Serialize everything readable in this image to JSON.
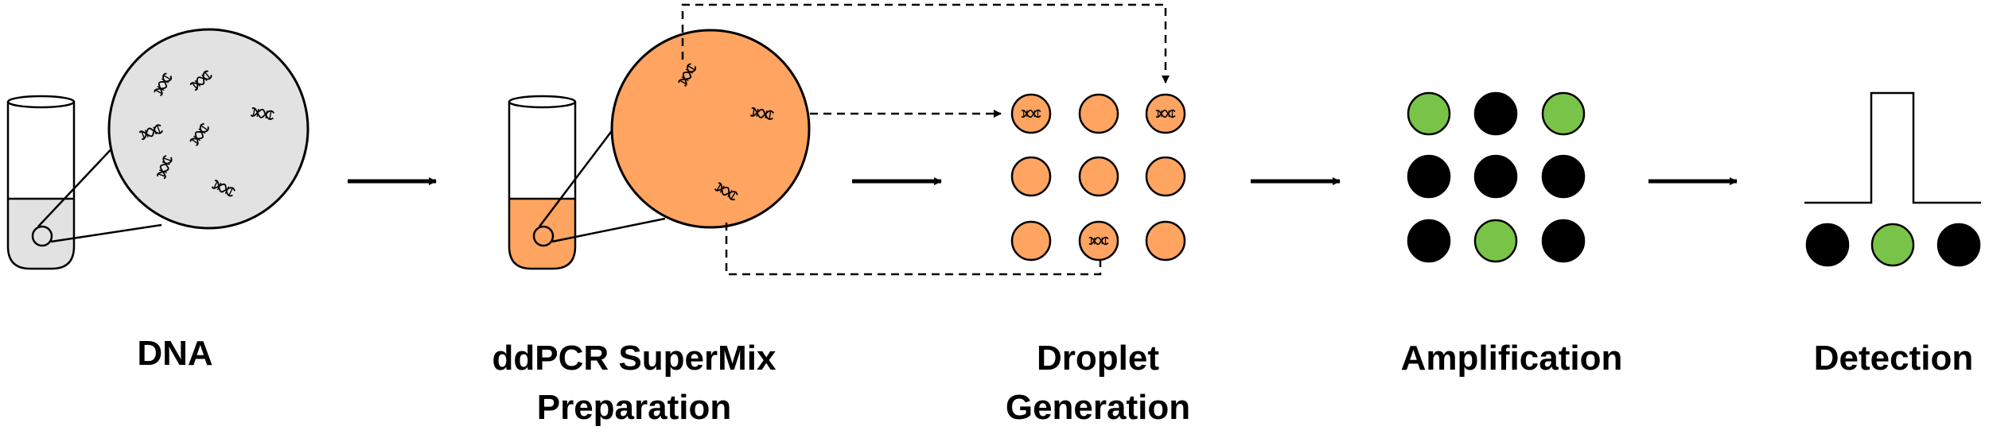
{
  "colors": {
    "background": "#ffffff",
    "stroke": "#000000",
    "dna_sample": "#e2e2e2",
    "supermix": "#ffa461",
    "positive_droplet": "#79c448",
    "negative_droplet": "#000000"
  },
  "icons": {
    "dna": "dna-helix-icon",
    "tube": "test-tube-icon",
    "arrow": "right-arrow-icon"
  },
  "stages": {
    "dna": {
      "label": "DNA"
    },
    "supermix": {
      "line1": "ddPCR SuperMix",
      "line2": "Preparation"
    },
    "droplet": {
      "line1": "Droplet",
      "line2": "Generation"
    },
    "amplification": {
      "label": "Amplification"
    },
    "detection": {
      "label": "Detection"
    }
  },
  "droplet_grid": [
    [
      "dna",
      "empty",
      "dna"
    ],
    [
      "empty",
      "empty",
      "empty"
    ],
    [
      "empty",
      "dna",
      "empty"
    ]
  ],
  "amplification_grid": [
    [
      "positive",
      "negative",
      "positive"
    ],
    [
      "negative",
      "negative",
      "negative"
    ],
    [
      "negative",
      "positive",
      "negative"
    ]
  ],
  "detection_row": [
    "negative",
    "positive",
    "negative"
  ]
}
